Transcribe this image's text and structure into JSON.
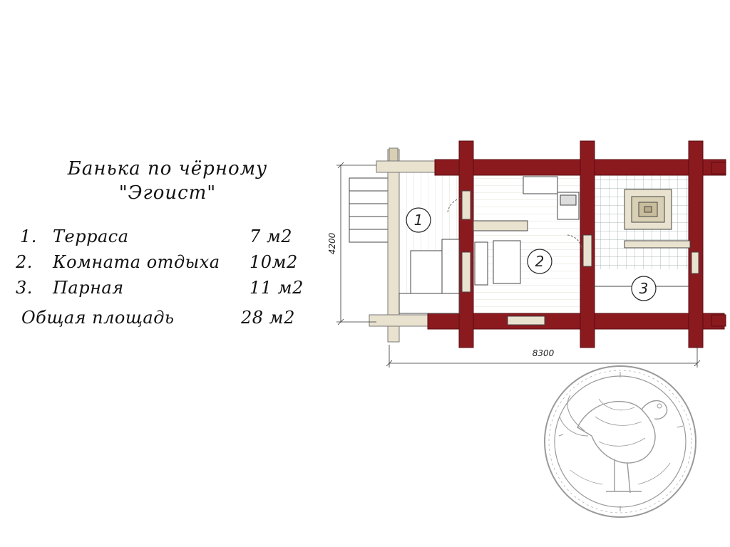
{
  "title": {
    "line1": "Банька по чёрному",
    "line2": "\"Эгоист\""
  },
  "rooms": [
    {
      "num": "1.",
      "name": "Терраса",
      "area": "7  м2"
    },
    {
      "num": "2.",
      "name": "Комната  отдыха",
      "area": "10м2"
    },
    {
      "num": "3.",
      "name": "Парная",
      "area": "11  м2"
    }
  ],
  "total": {
    "label": "Общая площадь",
    "area": "28  м2"
  },
  "plan": {
    "width_dim": "8300",
    "height_dim": "4200",
    "room_markers": [
      "1",
      "2",
      "3"
    ],
    "colors": {
      "beams": "#8b1a1f",
      "beam_edge": "#5a0c10",
      "wood": "#e9e2cf",
      "tile_grid": "#8fa39a"
    }
  },
  "seal": {
    "icon": "bird-seal-icon"
  }
}
